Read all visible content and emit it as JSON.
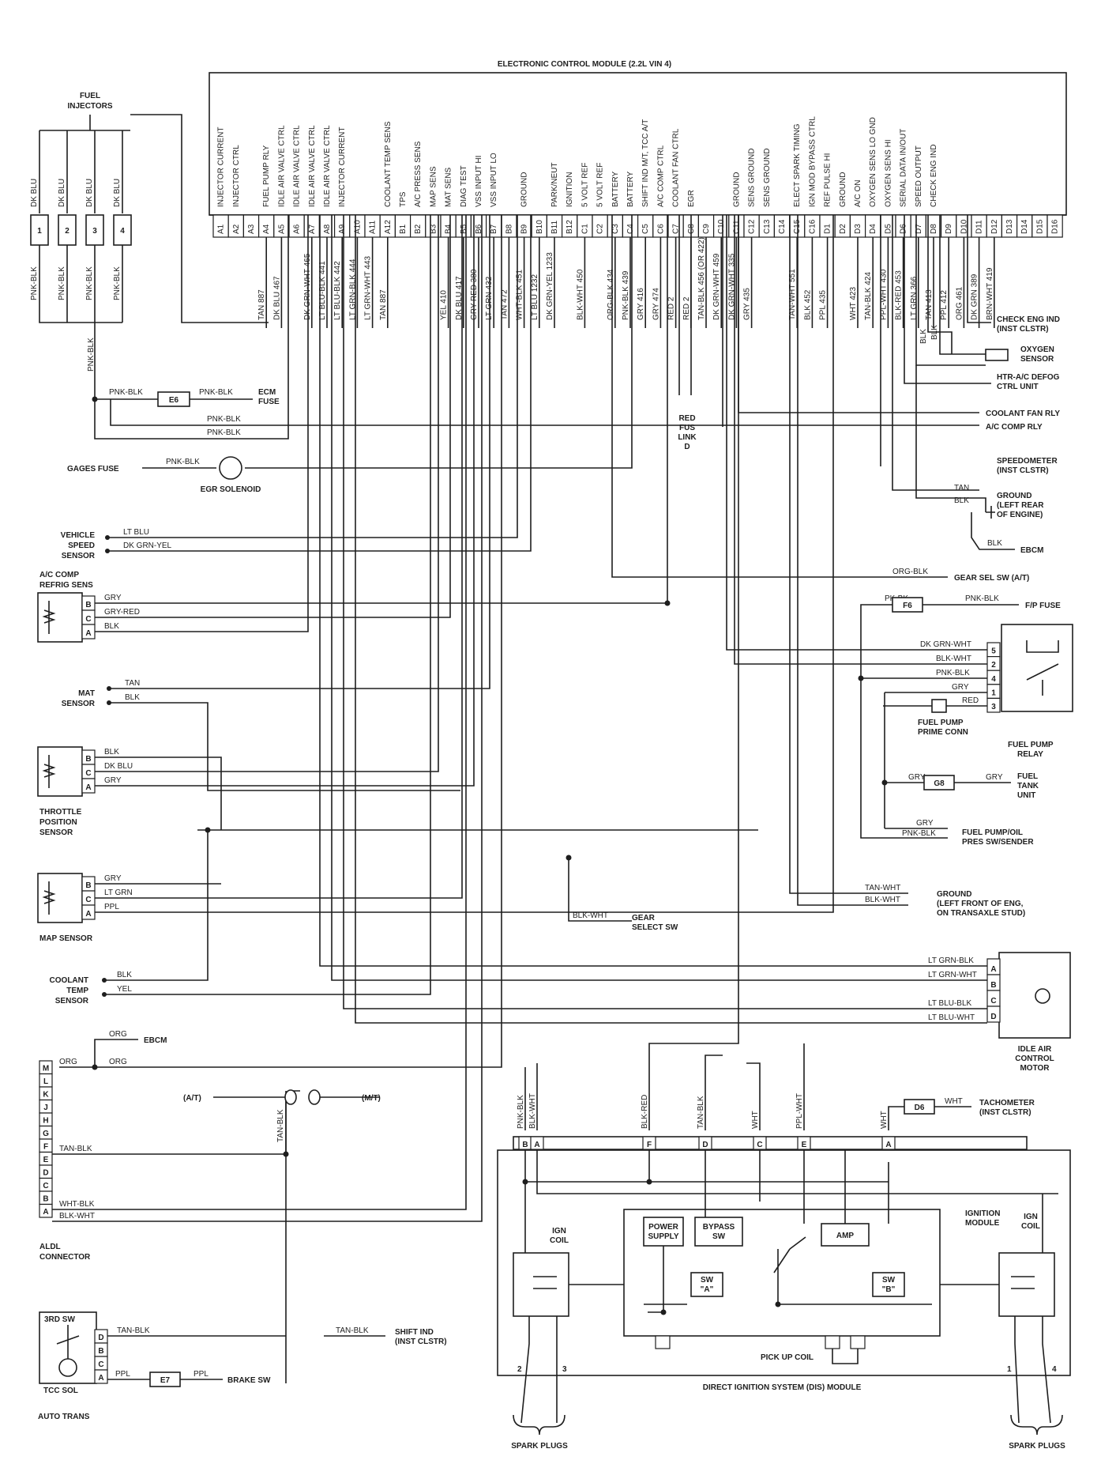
{
  "ecm": {
    "title": "ELECTRONIC CONTROL MODULE (2.2L VIN 4)",
    "functions": [
      "INJECTOR CURRENT",
      "INJECTOR CTRL",
      "",
      "FUEL PUMP RLY",
      "IDLE AIR VALVE CTRL",
      "IDLE AIR VALVE CTRL",
      "IDLE AIR VALVE CTRL",
      "IDLE AIR VALVE CTRL",
      "INJECTOR CURRENT",
      "",
      "",
      "COOLANT TEMP SENS",
      "TPS",
      "A/C PRESS SENS",
      "MAP SENS",
      "MAT SENS",
      "DIAG TEST",
      "VSS INPUT HI",
      "VSS INPUT LO",
      "",
      "GROUND",
      "",
      "PARK/NEUT",
      "IGNITION",
      "5 VOLT REF",
      "5 VOLT REF",
      "BATTERY",
      "BATTERY",
      "SHIFT IND M/T, TCC A/T",
      "A/C COMP CTRL",
      "COOLANT FAN CTRL",
      "EGR",
      "",
      "",
      "GROUND",
      "SENS GROUND",
      "SENS GROUND",
      "",
      "ELECT SPARK TIMING",
      "IGN MOD BYPASS CTRL",
      "REF PULSE HI",
      "GROUND",
      "A/C ON",
      "OXYGEN SENS LO GND",
      "OXYGEN SENS HI",
      "SERIAL DATA IN/OUT",
      "SPEED OUTPUT",
      "CHECK ENG IND",
      ""
    ],
    "pins": [
      "A1",
      "A2",
      "A3",
      "A4",
      "A5",
      "A6",
      "A7",
      "A8",
      "A9",
      "A10",
      "A11",
      "A12",
      "B1",
      "B2",
      "B3",
      "B4",
      "B5",
      "B6",
      "B7",
      "B8",
      "B9",
      "B10",
      "B11",
      "B12",
      "C1",
      "C2",
      "C3",
      "C4",
      "C5",
      "C6",
      "C7",
      "C8",
      "C9",
      "C10",
      "C11",
      "C12",
      "C13",
      "C14",
      "C15",
      "C16",
      "D1",
      "D2",
      "D3",
      "D4",
      "D5",
      "D6",
      "D7",
      "D8",
      "D9",
      "D10",
      "D11",
      "D12",
      "D13",
      "D14",
      "D15",
      "D16"
    ],
    "wires": [
      "",
      "",
      "",
      "TAN 887",
      "DK BLU 467",
      "",
      "DK GRN-WHT 465",
      "LT BLU-BLK 441",
      "LT BLU-BLK 442",
      "LT GRN-BLK 444",
      "LT GRN-WHT 443",
      "TAN 887",
      "",
      "",
      "",
      "YEL 410",
      "DK BLU 417",
      "GRY-RED 380",
      "LT GRN 432",
      "TAN 472",
      "WHT-BLK 451",
      "LT BLU 1232",
      "DK GRN-YEL 1233",
      "",
      "BLK-WHT 450",
      "",
      "ORG-BLK 434",
      "PNK-BLK 439",
      "GRY 416",
      "GRY 474",
      "RED 2",
      "RED 2",
      "TAN-BLK 456 (OR 422)",
      "DK GRN-WHT 459",
      "DK GRN-WHT 335",
      "GRY 435",
      "",
      "",
      "TAN-WHT 551",
      "BLK 452",
      "PPL 435",
      "",
      "WHT 423",
      "TAN-BLK 424",
      "PPL-WHT 430",
      "BLK-RED 453",
      "LT GRN 366",
      "TAN 413",
      "PPL 412",
      "ORG 461",
      "DK GRN 389",
      "BRN-WHT 419",
      "",
      ""
    ]
  },
  "fuel_injectors": {
    "label_line1": "FUEL",
    "label_line2": "INJECTORS",
    "numbers": [
      "1",
      "2",
      "3",
      "4"
    ],
    "top_wires": [
      "DK BLU",
      "DK BLU",
      "DK BLU",
      "DK BLU"
    ],
    "bottom_wires": [
      "PNK-BLK",
      "PNK-BLK",
      "PNK-BLK",
      "PNK-BLK"
    ],
    "common": "PNK-BLK"
  },
  "ecm_fuse": {
    "wire_left": "PNK-BLK",
    "box": "E6",
    "wire_right": "PNK-BLK",
    "label_line1": "ECM",
    "label_line2": "FUSE"
  },
  "harness_wires": [
    "PNK-BLK",
    "PNK-BLK"
  ],
  "gages_fuse": {
    "label": "GAGES FUSE",
    "wire": "PNK-BLK",
    "device": "EGR SOLENOID"
  },
  "vss": {
    "label_line1": "VEHICLE",
    "label_line2": "SPEED",
    "label_line3": "SENSOR",
    "wire1": "LT BLU",
    "wire2": "DK GRN-YEL"
  },
  "ac_comp": {
    "label_line1": "A/C COMP",
    "label_line2": "REFRIG SENS",
    "pins": [
      "B",
      "C",
      "A"
    ],
    "wires": [
      "GRY",
      "GRY-RED",
      "BLK"
    ]
  },
  "mat": {
    "label_line1": "MAT",
    "label_line2": "SENSOR",
    "wires": [
      "TAN",
      "BLK"
    ]
  },
  "tps": {
    "label_line1": "THROTTLE",
    "label_line2": "POSITION",
    "label_line3": "SENSOR",
    "pins": [
      "B",
      "C",
      "A"
    ],
    "wires": [
      "BLK",
      "DK BLU",
      "GRY"
    ]
  },
  "map": {
    "label": "MAP SENSOR",
    "pins": [
      "B",
      "C",
      "A"
    ],
    "wires": [
      "GRY",
      "LT GRN",
      "PPL"
    ]
  },
  "coolant_temp": {
    "label_line1": "COOLANT",
    "label_line2": "TEMP",
    "label_line3": "SENSOR",
    "wires": [
      "BLK",
      "YEL"
    ]
  },
  "ebcm_org": {
    "wire": "ORG",
    "label": "EBCM"
  },
  "aldl": {
    "label_line1": "ALDL",
    "label_line2": "CONNECTOR",
    "pins": [
      "M",
      "L",
      "K",
      "J",
      "H",
      "G",
      "F",
      "E",
      "D",
      "C",
      "B",
      "A"
    ],
    "org": "ORG",
    "org2": "ORG",
    "tan_blk": "TAN-BLK",
    "wht_blk": "WHT-BLK",
    "blk_wht": "BLK-WHT"
  },
  "trans_select": {
    "at": "(A/T)",
    "mt": "(M/T)",
    "wire": "TAN-BLK"
  },
  "auto_trans": {
    "sw": "3RD SW",
    "sol": "TCC SOL",
    "label": "AUTO TRANS",
    "pins": [
      "D",
      "B",
      "C",
      "A"
    ],
    "wire_d": "TAN-BLK",
    "wire_a": "PPL",
    "box": "E7",
    "wire_a2": "PPL",
    "brake": "BRAKE SW",
    "shift_wire": "TAN-BLK",
    "shift_label_line1": "SHIFT IND",
    "shift_label_line2": "(INST CLSTR)"
  },
  "right": {
    "check_eng_line1": "CHECK ENG IND",
    "check_eng_line2": "(INST CLSTR)",
    "oxy_line1": "OXYGEN",
    "oxy_line2": "SENSOR",
    "htr_line1": "HTR-A/C DEFOG",
    "htr_line2": "CTRL UNIT",
    "coolant_fan": "COOLANT FAN RLY",
    "ac_comp_rly": "A/C COMP RLY",
    "speedo_line1": "SPEEDOMETER",
    "speedo_line2": "(INST CLSTR)",
    "red_fus_line1": "RED",
    "red_fus_line2": "FUS",
    "red_fus_line3": "LINK",
    "red_fus_line4": "D",
    "blk": "BLK",
    "blk2": "BLK",
    "ground1_line1": "GROUND",
    "ground1_line2": "(LEFT REAR",
    "ground1_line3": "OF ENGINE)",
    "tan": "TAN",
    "blk3": "BLK",
    "blk4": "BLK",
    "ebcm": "EBCM",
    "gear_sel_wire": "ORG-BLK",
    "gear_sel": "GEAR SEL SW (A/T)",
    "fp_fuse_wire1": "PK-BK",
    "fp_fuse_box": "F6",
    "fp_fuse_wire2": "PNK-BLK",
    "fp_fuse": "F/P FUSE",
    "relay_wires": [
      "DK GRN-WHT",
      "BLK-WHT",
      "PNK-BLK",
      "GRY",
      "RED"
    ],
    "relay_pins": [
      "5",
      "2",
      "4",
      "1",
      "3"
    ],
    "prime_line1": "FUEL PUMP",
    "prime_line2": "PRIME CONN",
    "relay_line1": "FUEL PUMP",
    "relay_line2": "RELAY",
    "gry1": "GRY",
    "g8": "G8",
    "gry2": "GRY",
    "tank_line1": "FUEL",
    "tank_line2": "TANK",
    "tank_line3": "UNIT",
    "gry3": "GRY",
    "pnk_blk": "PNK-BLK",
    "oil_line1": "FUEL PUMP/OIL",
    "oil_line2": "PRES SW/SENDER",
    "tan_wht1": "TAN-WHT",
    "blk_wht1": "BLK-WHT",
    "ground2_line1": "GROUND",
    "ground2_line2": "(LEFT FRONT OF ENG,",
    "ground2_line3": "ON TRANSAXLE STUD)",
    "blk_wht2": "BLK-WHT",
    "gear_select_line1": "GEAR",
    "gear_select_line2": "SELECT SW"
  },
  "iac": {
    "wires": [
      "LT GRN-BLK",
      "LT GRN-WHT",
      "LT BLU-BLK",
      "LT BLU-WHT"
    ],
    "pins": [
      "A",
      "B",
      "C",
      "D"
    ],
    "label_line1": "IDLE AIR",
    "label_line2": "CONTROL",
    "label_line3": "MOTOR"
  },
  "dis": {
    "top_wires": [
      "PNK-BLK",
      "BLK-WHT",
      "BLK-RED",
      "TAN-BLK",
      "WHT",
      "PPL-WHT",
      "WHT"
    ],
    "pins": [
      "B",
      "A",
      "F",
      "D",
      "C",
      "E",
      "A"
    ],
    "tach_box": "D6",
    "tach_wire": "WHT",
    "tach_line1": "TACHOMETER",
    "tach_line2": "(INST CLSTR)",
    "ign_coil_line1": "IGN",
    "ign_coil_line2": "COIL",
    "power_line1": "POWER",
    "power_line2": "SUPPLY",
    "bypass_line1": "BYPASS",
    "bypass_line2": "SW",
    "amp": "AMP",
    "ign_mod_line1": "IGNITION",
    "ign_mod_line2": "MODULE",
    "ign_coil2_line1": "IGN",
    "ign_coil2_line2": "COIL",
    "swa_line1": "SW",
    "swa_line2": "\"A\"",
    "swb_line1": "SW",
    "swb_line2": "\"B\"",
    "pickup": "PICK UP COIL",
    "plug_nums": [
      "2",
      "3",
      "1",
      "4"
    ],
    "label": "DIRECT IGNITION SYSTEM (DIS) MODULE",
    "spark_left": "SPARK PLUGS",
    "spark_right": "SPARK PLUGS"
  }
}
